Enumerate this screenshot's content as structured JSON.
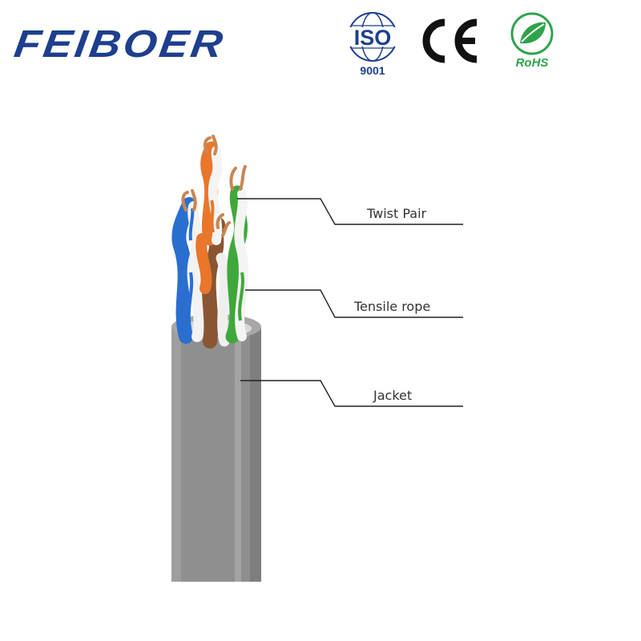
{
  "brand": {
    "name": "FEIBOER",
    "color": "#1d3f8e"
  },
  "certifications": [
    {
      "label": "ISO",
      "code": "9001",
      "icon": "iso-globe-icon"
    },
    {
      "label": "CE",
      "icon": "ce-mark-icon"
    },
    {
      "label": "RoHS",
      "icon": "rohs-leaf-icon"
    }
  ],
  "callouts": [
    {
      "label": "Twist Pair"
    },
    {
      "label": "Tensile rope"
    },
    {
      "label": "Jacket"
    }
  ],
  "colors": {
    "jacket": "#8f8f8f",
    "pair_orange": "#e8762b",
    "pair_green": "#3fa83a",
    "pair_blue": "#2a6fd0",
    "pair_brown": "#8a5532",
    "copper": "#c98552"
  }
}
